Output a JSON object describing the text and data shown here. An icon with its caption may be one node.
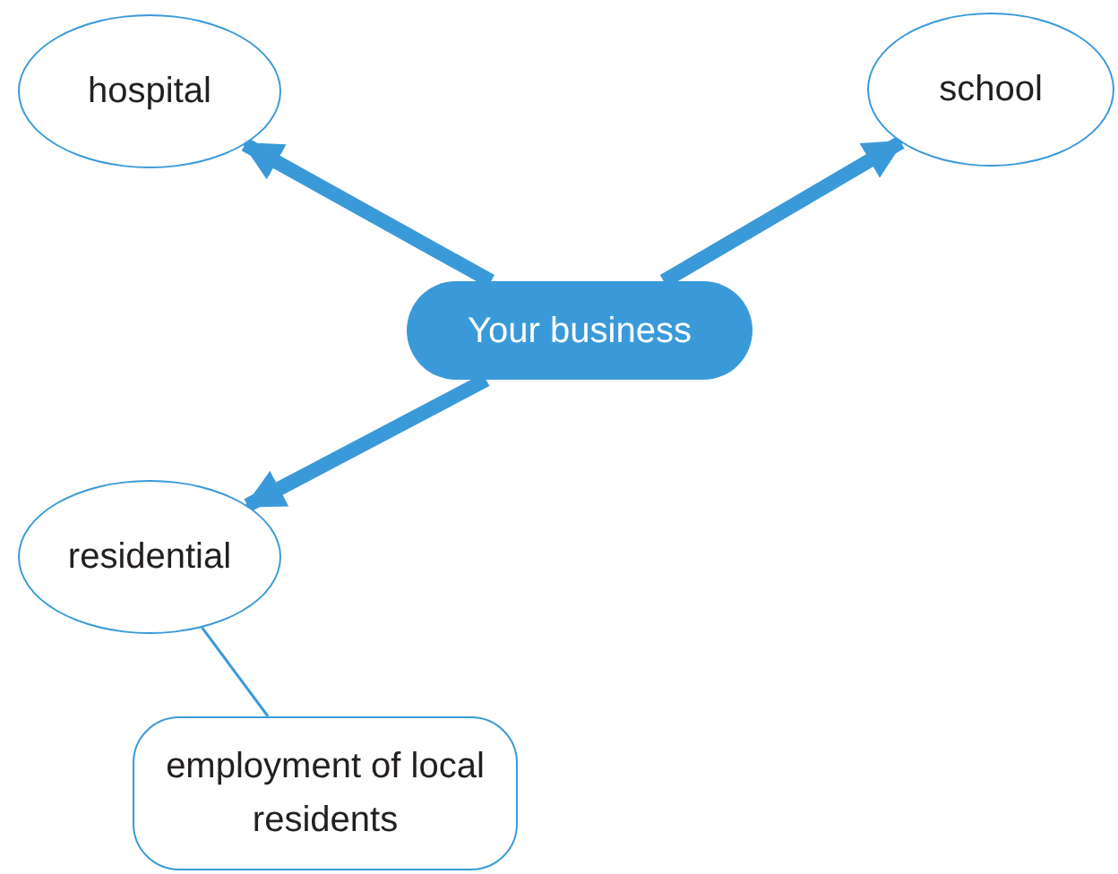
{
  "diagram": {
    "nodes": [
      {
        "text": [
          "hospital"
        ]
      },
      {
        "text": [
          "school"
        ]
      },
      {
        "text": [
          "Your business"
        ]
      },
      {
        "text": [
          "residential"
        ]
      },
      {
        "text": [
          "employment of local residents"
        ]
      }
    ],
    "edges": [
      {
        "from": 2,
        "to": 0,
        "arrow": "to"
      },
      {
        "from": 2,
        "to": 1,
        "arrow": "to"
      },
      {
        "from": 2,
        "to": 3,
        "arrow": "to"
      },
      {
        "from": 3,
        "to": 4,
        "arrow": "none"
      }
    ]
  }
}
